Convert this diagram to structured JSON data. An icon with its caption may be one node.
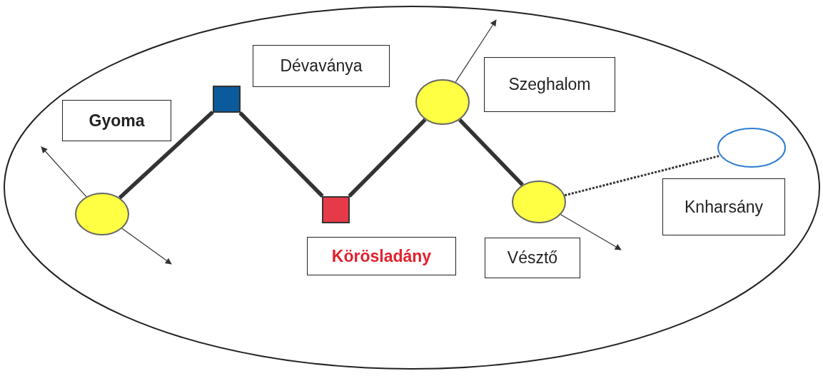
{
  "diagram": {
    "nodes": [
      {
        "text": [],
        "shape": "ellipse"
      },
      {
        "text": [
          "Gyoma"
        ],
        "in": 0
      },
      {
        "text": [
          "Dévaványa"
        ],
        "in": 0
      },
      {
        "text": [
          "Szeghalom"
        ],
        "in": 0
      },
      {
        "text": [
          "Knharsány"
        ],
        "in": 0
      },
      {
        "text": [
          "Körösladány"
        ],
        "in": 0
      },
      {
        "text": [
          "Vésztő"
        ],
        "in": 0
      },
      {
        "text": [],
        "shape": "ellipse",
        "in": 0
      },
      {
        "text": [],
        "shape": "box",
        "in": 0
      },
      {
        "text": [],
        "shape": "box",
        "in": 0
      },
      {
        "text": [],
        "shape": "ellipse",
        "in": 0
      },
      {
        "text": [],
        "shape": "ellipse",
        "in": 0
      },
      {
        "text": [],
        "shape": "ellipse",
        "in": 0
      }
    ],
    "edges": [
      {
        "from": 7,
        "to": 8,
        "arrow": "none",
        "style": "thick"
      },
      {
        "from": 8,
        "to": 9,
        "arrow": "none",
        "style": "thick"
      },
      {
        "from": 9,
        "to": 10,
        "arrow": "none",
        "style": "thick"
      },
      {
        "from": 10,
        "to": 11,
        "arrow": "none",
        "style": "thick"
      },
      {
        "from": 11,
        "to": 12,
        "arrow": "none",
        "style": "dashed"
      },
      {
        "from": 7,
        "to": null,
        "arrow": "to"
      },
      {
        "from": 7,
        "to": null,
        "arrow": "to"
      },
      {
        "from": 10,
        "to": null,
        "arrow": "to"
      },
      {
        "from": 11,
        "to": null,
        "arrow": "to"
      }
    ]
  }
}
